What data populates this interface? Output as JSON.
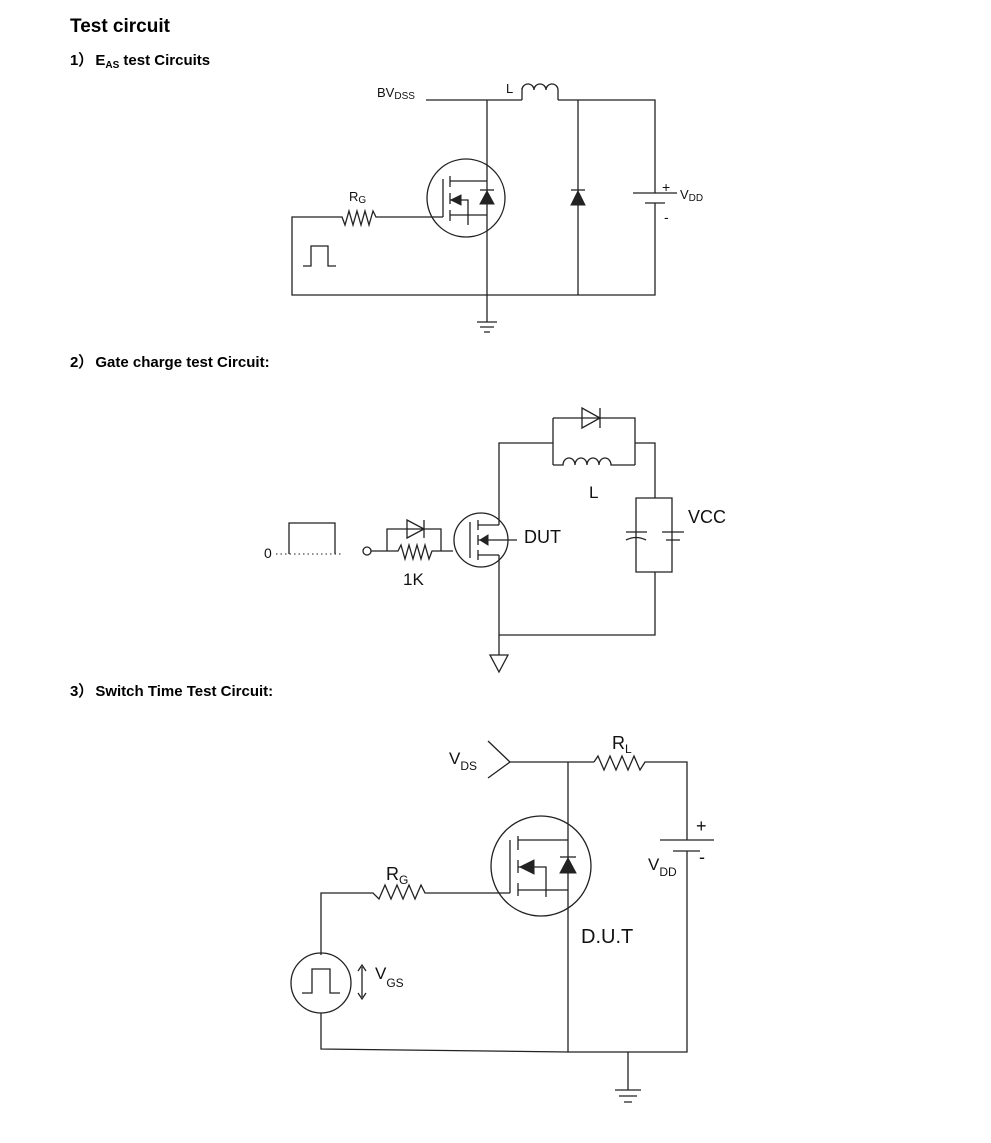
{
  "page": {
    "title": "Test circuit",
    "sections": [
      {
        "num": "1）",
        "label_main": "E",
        "label_sub": "AS",
        "label_rest": " test Circuits"
      },
      {
        "num": "2）",
        "label_main": "Gate charge test Circuit:"
      },
      {
        "num": "3）",
        "label_main": "Switch Time Test Circuit:"
      }
    ]
  },
  "circuit1": {
    "bvdss": {
      "main": "BV",
      "sub": "DSS"
    },
    "inductor": "L",
    "rg": {
      "main": "R",
      "sub": "G"
    },
    "vdd": {
      "main": "V",
      "sub": "DD"
    },
    "plus": "+",
    "minus": "-"
  },
  "circuit2": {
    "zero": "0",
    "resistor": "1K",
    "dut": "DUT",
    "inductor": "L",
    "vcc": "VCC"
  },
  "circuit3": {
    "vds": {
      "main": "V",
      "sub": "DS"
    },
    "rl": {
      "main": "R",
      "sub": "L"
    },
    "rg": {
      "main": "R",
      "sub": "G"
    },
    "vdd": {
      "main": "V",
      "sub": "DD"
    },
    "vgs": {
      "main": "V",
      "sub": "GS"
    },
    "dut": "D.U.T",
    "plus": "+",
    "minus": "-"
  }
}
